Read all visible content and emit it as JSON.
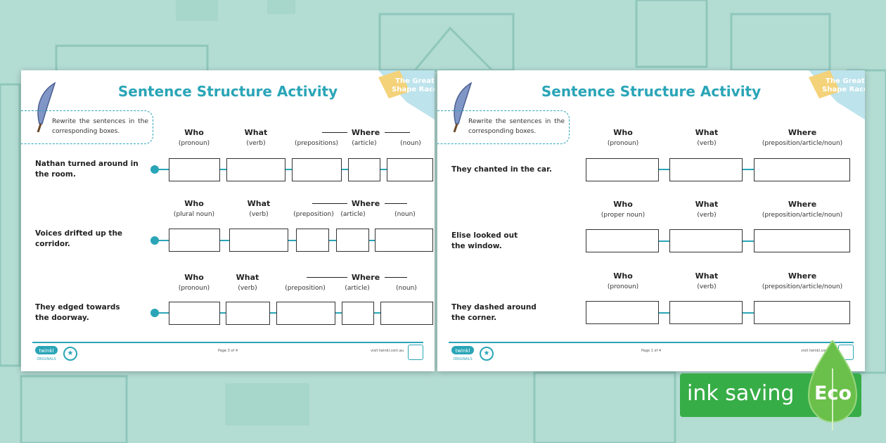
{
  "pages": [
    {
      "title": "Sentence Structure Activity",
      "badge": "The Great Shape Race",
      "instruction": "Rewrite the sentences in the corresponding boxes.",
      "page_label": "Page 3 of 4",
      "url": "visit twinkl.com.au",
      "logo": "twinkl originals",
      "rows": [
        {
          "sentence": "Nathan turned around in the room.",
          "headers": [
            [
              "Who",
              "(pronoun)"
            ],
            [
              "What",
              "(verb)"
            ],
            [
              "",
              "(prepositions)"
            ],
            [
              "",
              "(article)"
            ],
            [
              "",
              "(noun)"
            ]
          ],
          "where": "Where"
        },
        {
          "sentence": "Voices drifted up the corridor.",
          "headers": [
            [
              "Who",
              "(plural noun)"
            ],
            [
              "What",
              "(verb)"
            ],
            [
              "",
              "(preposition)"
            ],
            [
              "",
              "(article)"
            ],
            [
              "",
              "(noun)"
            ]
          ],
          "where": "Where"
        },
        {
          "sentence": "They edged towards the doorway.",
          "headers": [
            [
              "Who",
              "(pronoun)"
            ],
            [
              "What",
              "(verb)"
            ],
            [
              "",
              "(preposition)"
            ],
            [
              "",
              "(article)"
            ],
            [
              "",
              "(noun)"
            ]
          ],
          "where": "Where"
        }
      ]
    },
    {
      "title": "Sentence Structure Activity",
      "badge": "The Great Shape Race",
      "instruction": "Rewrite the sentences in the corresponding boxes.",
      "page_label": "Page 1 of 4",
      "url": "visit twinkl.com.au",
      "logo": "twinkl originals",
      "rows": [
        {
          "sentence": "They chanted in the car.",
          "headers": [
            [
              "Who",
              "(pronoun)"
            ],
            [
              "What",
              "(verb)"
            ],
            [
              "Where",
              "(preposition/article/noun)"
            ]
          ]
        },
        {
          "sentence": "Elise looked out the window.",
          "headers": [
            [
              "Who",
              "(proper noun)"
            ],
            [
              "What",
              "(verb)"
            ],
            [
              "Where",
              "(preposition/article/noun)"
            ]
          ]
        },
        {
          "sentence": "They dashed around the corner.",
          "headers": [
            [
              "Who",
              "(pronoun)"
            ],
            [
              "What",
              "(verb)"
            ],
            [
              "Where",
              "(preposition/article/noun)"
            ]
          ]
        }
      ]
    }
  ],
  "eco": {
    "text": "ink saving",
    "word": "Eco"
  },
  "colors": {
    "accent": "#2aa5b7",
    "background": "#b3dcd3",
    "eco_green": "#37ad47"
  }
}
